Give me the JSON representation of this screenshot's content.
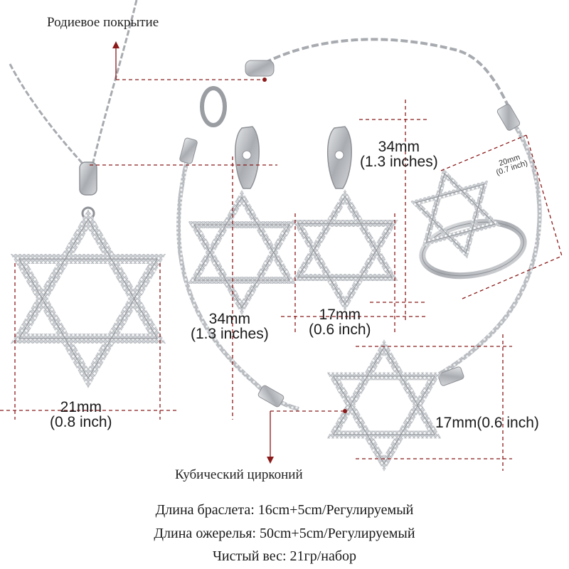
{
  "callouts": {
    "plating": "Родиевое покрытие",
    "stone": "Кубический цирконий"
  },
  "dimensions": {
    "pendant_width": {
      "mm": "21mm",
      "inch": "(0.8 inch)"
    },
    "earring_height": {
      "mm": "34mm",
      "inch": "(1.3 inches)"
    },
    "earring_height_right": {
      "mm": "34mm",
      "inch": "(1.3 inches)"
    },
    "earring_width": {
      "mm": "17mm",
      "inch": "(0.6 inch)"
    },
    "bracelet_star": {
      "text": "17mm(0.6 inch)"
    },
    "ring": {
      "mm": "20mm",
      "inch": "(0.7 inch)"
    }
  },
  "footer": {
    "line1": "Длина браслета: 16cm+5cm/Регулируемый",
    "line2": "Длина ожерелья: 50cm+5cm/Регулируемый",
    "line3": "Чистый вес: 21гр/набор"
  },
  "colors": {
    "metal": "#b9bcc0",
    "metal_dark": "#8e9196",
    "guide": "#8b1a1a"
  }
}
